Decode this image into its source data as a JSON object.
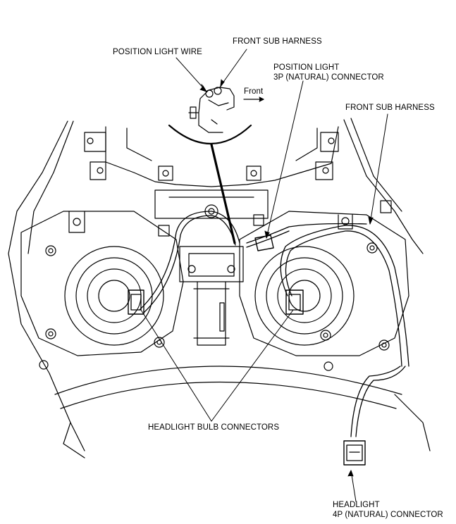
{
  "labels": {
    "position_light_wire": "POSITION LIGHT WIRE",
    "front_sub_harness_top": "FRONT SUB HARNESS",
    "front_arrow": "Front",
    "position_light_connector_line1": "POSITION LIGHT",
    "position_light_connector_line2": "3P (NATURAL) CONNECTOR",
    "front_sub_harness_right": "FRONT SUB HARNESS",
    "headlight_bulb_connectors": "HEADLIGHT BULB CONNECTORS",
    "headlight_connector_line1": "HEADLIGHT",
    "headlight_connector_line2": "4P (NATURAL) CONNECTOR"
  },
  "colors": {
    "line": "#000000",
    "background": "#ffffff"
  }
}
